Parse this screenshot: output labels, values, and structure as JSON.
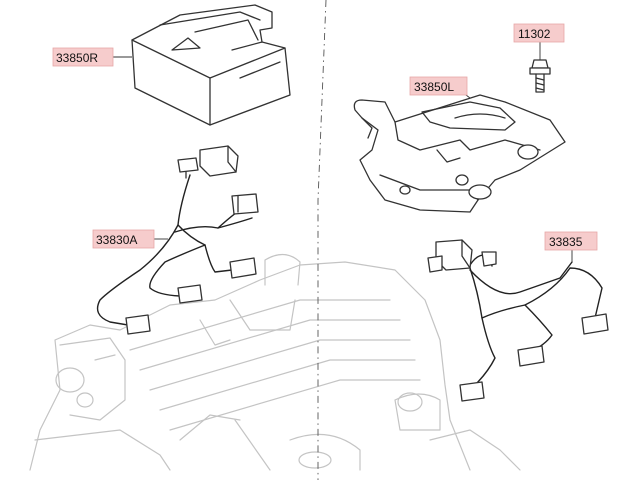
{
  "labels": {
    "cover_right": "33850R",
    "cover_left": "33850L",
    "bolt": "11302",
    "harness_a": "33830A",
    "harness_b": "33835"
  }
}
